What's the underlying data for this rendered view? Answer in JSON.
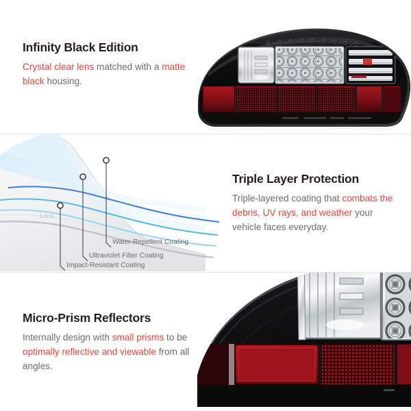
{
  "document": {
    "type": "product-feature-infographic",
    "product": "LED tail light assembly",
    "background_color": "#ffffff",
    "accent_color": "#ef463c",
    "heading_color": "#231f20",
    "body_color": "#6a6b6d",
    "divider_color": "#e9e9ea"
  },
  "panels": [
    {
      "id": "infinity-black-edition",
      "heading": "Infinity Black Edition",
      "body_runs": [
        {
          "text": "Crystal clear lens",
          "accent": true
        },
        {
          "text": " matched with a ",
          "accent": false
        },
        {
          "text": "matte black",
          "accent": true
        },
        {
          "text": " housing.",
          "accent": false
        }
      ],
      "image": {
        "name": "tail-light-full-view",
        "alt": "Black housing LED tail light, three-quarter view with reflection"
      }
    },
    {
      "id": "triple-layer-protection",
      "heading": "Triple Layer Protection",
      "body_runs": [
        {
          "text": "Triple-layered coating that ",
          "accent": false
        },
        {
          "text": "combats the debris, UV rays, and weather",
          "accent": true
        },
        {
          "text": " your vehicle faces everyday.",
          "accent": false
        }
      ],
      "diagram": {
        "name": "lens-coating-layers-diagram",
        "base_label": "Lens",
        "callouts": [
          {
            "label": "Water-Repellent Coating",
            "layer_color": "#3d7fd6"
          },
          {
            "label": "Ultraviolet Filter Coating",
            "layer_color": "#57b8ea"
          },
          {
            "label": "Impact-Resistant Coating",
            "layer_color": "#8fd5f4"
          }
        ]
      }
    },
    {
      "id": "micro-prism-reflectors",
      "heading": "Micro-Prism Reflectors",
      "body_runs": [
        {
          "text": "Internally design with ",
          "accent": false
        },
        {
          "text": "small prisms",
          "accent": true
        },
        {
          "text": " to be ",
          "accent": false
        },
        {
          "text": "optimally reflective and viewable",
          "accent": true
        },
        {
          "text": " from all angles.",
          "accent": false
        }
      ],
      "image": {
        "name": "tail-light-reflector-closeup",
        "alt": "Close-up of red micro-prism reflector lens and chrome LED section"
      }
    }
  ]
}
